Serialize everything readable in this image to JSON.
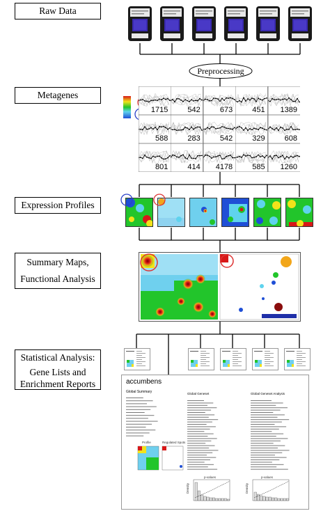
{
  "stages": {
    "raw_data": "Raw Data",
    "metagenes": "Metagenes",
    "expression_profiles": "Expression Profiles",
    "summary_maps_line1": "Summary Maps,",
    "summary_maps_line2": "Functional Analysis",
    "statistical_line1": "Statistical Analysis:",
    "statistical_line2": "Gene Lists and",
    "statistical_line3": "Enrichment Reports"
  },
  "preprocessing_label": "Preprocessing",
  "metagene_counts": [
    "1715",
    "542",
    "673",
    "451",
    "1389",
    "588",
    "283",
    "542",
    "329",
    "608",
    "801",
    "414",
    "4178",
    "585",
    "1260"
  ],
  "report": {
    "title": "accumbens",
    "global_summary": "Global Summary",
    "global_geneset": "Global Geneset",
    "global_geneset_analysis": "Global Geneset Analysis",
    "profile_label": "Profile",
    "regulated_spots_label": "Regulated Spots",
    "p_values_label": "p-values",
    "density_label": "Density"
  },
  "colors": {
    "blue": "#1f4fd6",
    "cyan": "#5fd3ee",
    "green": "#22c52b",
    "yellow": "#f2e21a",
    "red": "#d81818",
    "dark_red": "#8a0d0d",
    "circle_red": "#d33",
    "circle_blue": "#2a40c8"
  }
}
